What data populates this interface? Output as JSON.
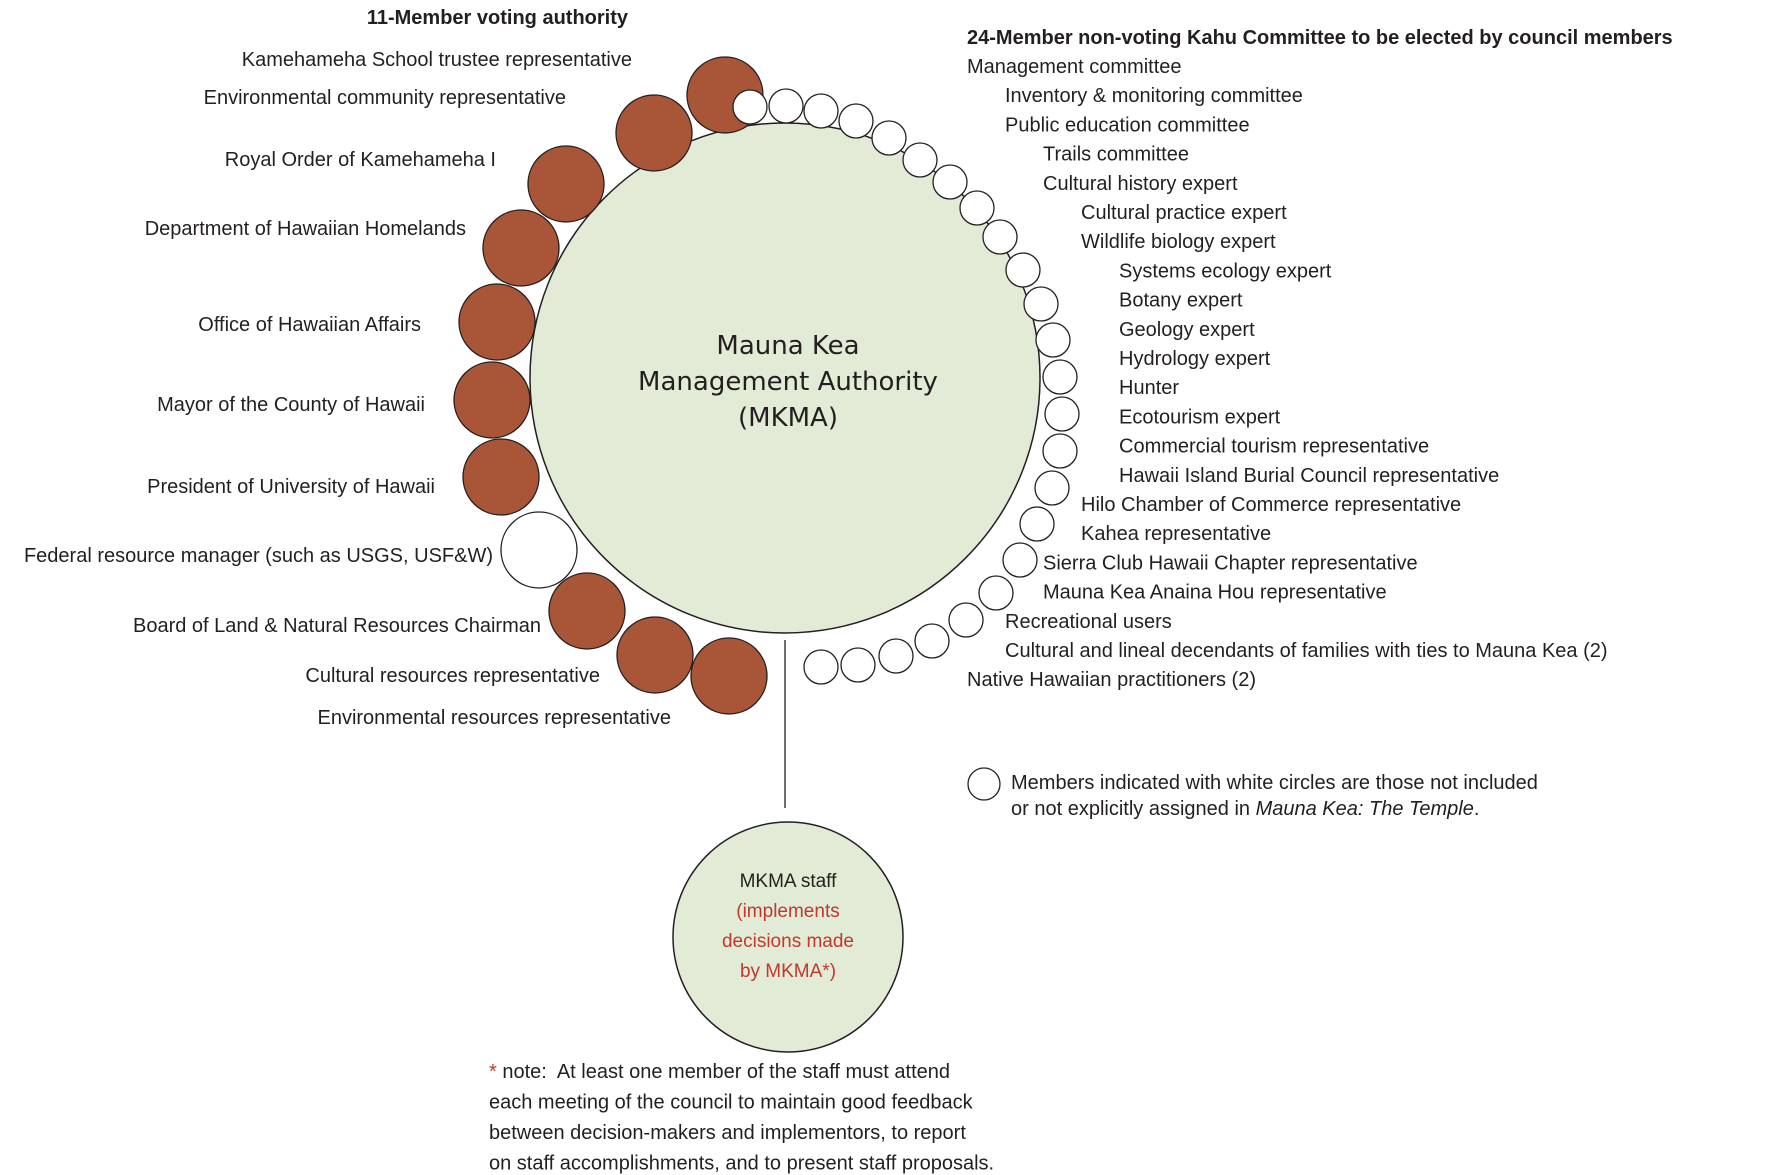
{
  "center": {
    "line1": "Mauna Kea",
    "line2": "Management Authority",
    "line3": "(MKMA)"
  },
  "voting": {
    "title": "11-Member voting authority",
    "members": [
      {
        "label": "Kamehameha School trustee representative",
        "fill": "#a85538"
      },
      {
        "label": "Environmental community representative",
        "fill": "#a85538"
      },
      {
        "label": "Royal Order of Kamehameha I",
        "fill": "#a85538"
      },
      {
        "label": "Department of Hawaiian Homelands",
        "fill": "#a85538"
      },
      {
        "label": "Office of Hawaiian Affairs",
        "fill": "#a85538"
      },
      {
        "label": "Mayor of the County of Hawaii",
        "fill": "#a85538"
      },
      {
        "label": "President of University of Hawaii",
        "fill": "#a85538"
      },
      {
        "label": "Federal resource manager (such as USGS, USF&W)",
        "fill": "#ffffff"
      },
      {
        "label": "Board of Land & Natural Resources Chairman",
        "fill": "#a85538"
      },
      {
        "label": "Cultural resources representative",
        "fill": "#a85538"
      },
      {
        "label": "Environmental resources representative",
        "fill": "#a85538"
      }
    ]
  },
  "kahu": {
    "title": "24-Member non-voting Kahu Committee to be elected by council members",
    "items": [
      "Management committee",
      "Inventory & monitoring committee",
      "Public education committee",
      "Trails committee",
      "Cultural history expert",
      "Cultural practice expert",
      "Wildlife biology expert",
      "Systems ecology expert",
      "Botany expert",
      "Geology expert",
      "Hydrology expert",
      "Hunter",
      "Ecotourism expert",
      "Commercial tourism representative",
      "Hawaii Island Burial Council representative",
      "Hilo Chamber of Commerce representative",
      "Kahea representative",
      "Sierra Club Hawaii Chapter representative",
      "Mauna Kea Anaina Hou representative",
      "Recreational users",
      "Cultural and lineal decendants of families with ties to Mauna Kea (2)",
      "Native Hawaiian practitioners (2)"
    ]
  },
  "legend": {
    "line1": "Members indicated with white circles are those not included",
    "line2_prefix": "or not explicitly assigned in ",
    "line2_italic": "Mauna Kea: The Temple",
    "line2_suffix": "."
  },
  "staff": {
    "title": "MKMA staff",
    "detail_lines": [
      "(implements",
      "decisions made",
      "by MKMA*)"
    ]
  },
  "note": {
    "asterisk": "*",
    "lines": [
      " note:  At least one member of the staff must attend",
      "each meeting of the council to maintain good feedback",
      "between decision-makers and implementors, to report",
      "on staff accomplishments, and to present staff proposals."
    ]
  },
  "colors": {
    "center_fill": "#e2ebd6",
    "voting_fill": "#a85538",
    "non_voting_fill": "#ffffff",
    "outline": "#231f20",
    "staff_detail": "#c0392b"
  }
}
